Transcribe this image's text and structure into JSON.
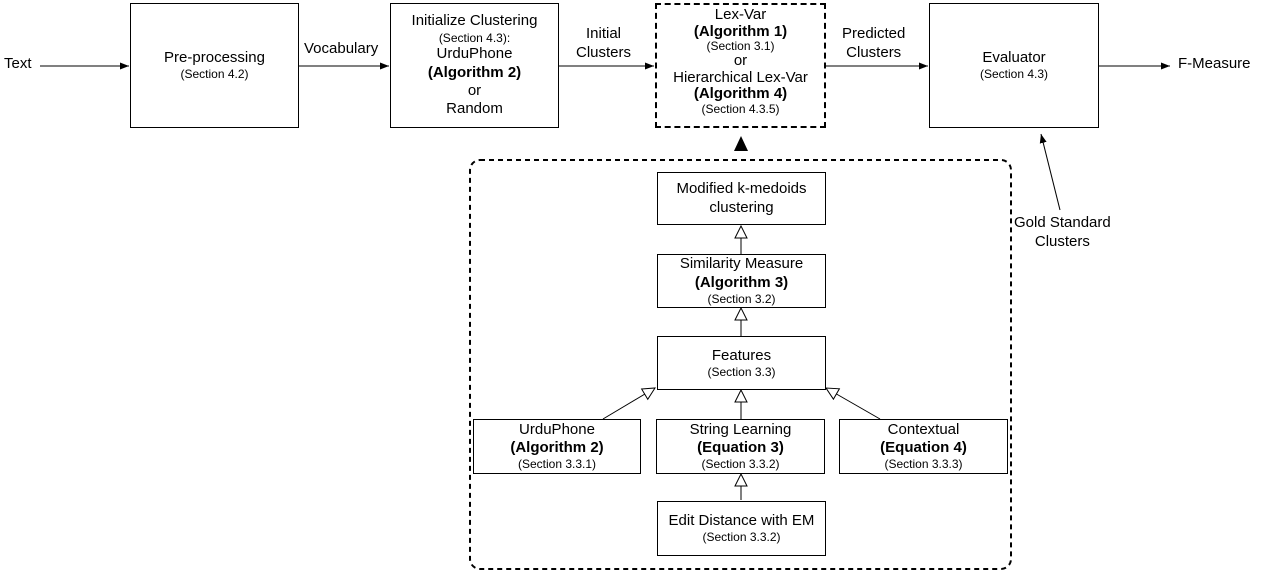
{
  "labels": {
    "text": "Text",
    "vocabulary": "Vocabulary",
    "initial_clusters_1": "Initial",
    "initial_clusters_2": "Clusters",
    "predicted_clusters_1": "Predicted",
    "predicted_clusters_2": "Clusters",
    "f_measure": "F-Measure",
    "gold_standard_1": "Gold Standard",
    "gold_standard_2": "Clusters"
  },
  "boxes": {
    "preprocessing": {
      "title": "Pre-processing",
      "section": "(Section 4.2)"
    },
    "init_clustering": {
      "title": "Initialize Clustering",
      "section": "(Section 4.3):",
      "option1": "UrduPhone",
      "algorithm": "(Algorithm 2)",
      "or": "or",
      "option2": "Random"
    },
    "lexvar": {
      "title": "Lex-Var",
      "algorithm1": "(Algorithm 1)",
      "section1": "(Section 3.1)",
      "or": "or",
      "title2": "Hierarchical Lex-Var",
      "algorithm4": "(Algorithm 4)",
      "section2": "(Section 4.3.5)"
    },
    "evaluator": {
      "title": "Evaluator",
      "section": "(Section 4.3)"
    },
    "kmedoids": {
      "line1": "Modified k-medoids",
      "line2": "clustering"
    },
    "similarity": {
      "title": "Similarity Measure",
      "algorithm": "(Algorithm 3)",
      "section": "(Section 3.2)"
    },
    "features": {
      "title": "Features",
      "section": "(Section 3.3)"
    },
    "urduphone": {
      "title": "UrduPhone",
      "algorithm": "(Algorithm 2)",
      "section": "(Section 3.3.1)"
    },
    "string_learning": {
      "title": "String Learning",
      "equation": "(Equation 3)",
      "section": "(Section 3.3.2)"
    },
    "contextual": {
      "title": "Contextual",
      "equation": "(Equation 4)",
      "section": "(Section 3.3.3)"
    },
    "edit_distance": {
      "title": "Edit Distance with EM",
      "section": "(Section 3.3.2)"
    }
  }
}
